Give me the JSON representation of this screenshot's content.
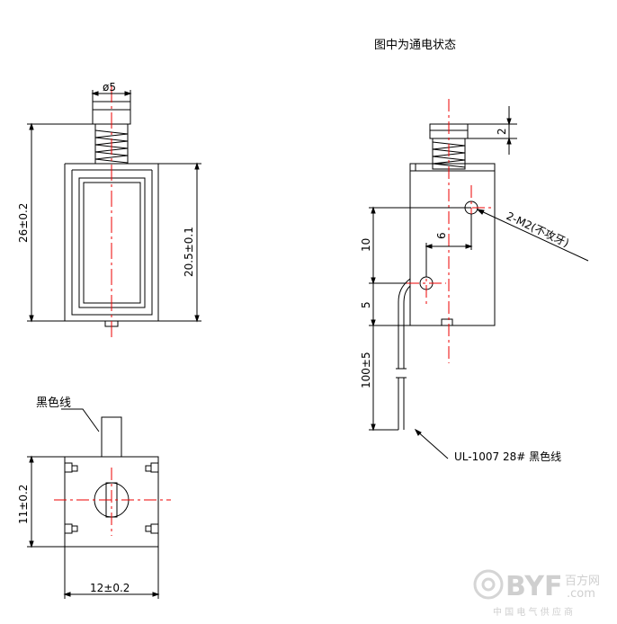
{
  "title": "图中为通电状态",
  "front_view": {
    "diameter_label": "ø5",
    "height_total_label": "26±0.2",
    "height_frame_label": "20.5±0.1"
  },
  "side_view": {
    "stroke_label": "2",
    "thread_label": "2-M2(不攻牙)",
    "spacing_label": "6",
    "offset_10_label": "10",
    "offset_5_label": "5",
    "lead_length_label": "100±5",
    "wire_spec_label": "UL-1007 28# 黑色线"
  },
  "bottom_view": {
    "wire_label": "黑色线",
    "height_label": "11±0.2",
    "width_label": "12±0.2"
  },
  "watermark": {
    "brand": "BYF",
    "cn_brand": "百方网",
    "domain": ".com",
    "tagline": "中 国 电 气 供 应 商"
  }
}
